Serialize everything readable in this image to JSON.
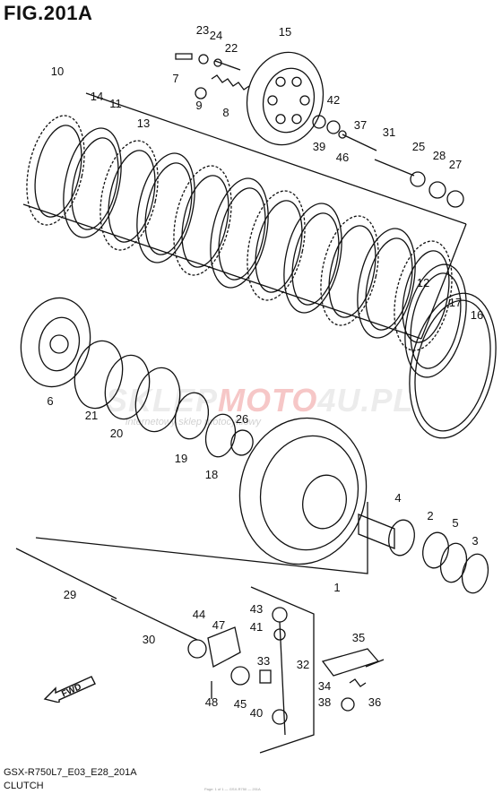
{
  "figure_title": "FIG.201A",
  "footer": {
    "model_code": "GSX-R750L7_E03_E28_201A",
    "section_name": "CLUTCH",
    "fine_print": "Page: 1 of 1 — GSX-R750 — 201A"
  },
  "watermark": {
    "brand_a": "SKLEP",
    "brand_b": "MOTO",
    "brand_c": "4U",
    "brand_d": ".PL",
    "tagline": "internetowy sklep motocyklowy"
  },
  "fwd_label": "FWD",
  "part_labels": [
    "1",
    "2",
    "3",
    "4",
    "5",
    "6",
    "7",
    "8",
    "9",
    "10",
    "11",
    "12",
    "13",
    "14",
    "15",
    "16",
    "17",
    "18",
    "19",
    "20",
    "21",
    "22",
    "23",
    "24",
    "25",
    "26",
    "27",
    "28",
    "29",
    "30",
    "31",
    "32",
    "33",
    "34",
    "35",
    "36",
    "37",
    "38",
    "39",
    "40",
    "41",
    "42",
    "43",
    "44",
    "45",
    "46",
    "47",
    "48"
  ],
  "colors": {
    "line": "#111111",
    "background": "#ffffff",
    "watermark_red": "#e88080"
  }
}
